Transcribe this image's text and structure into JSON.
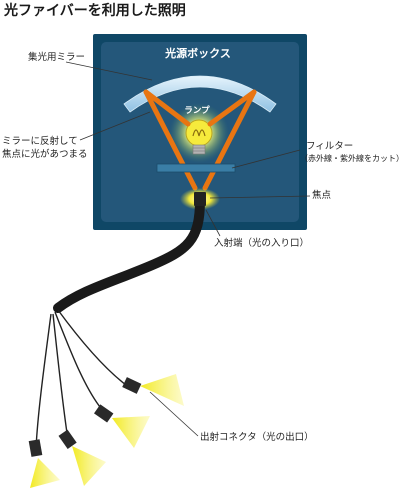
{
  "title": "光ファイバーを利用した照明",
  "box_title": "光源ボックス",
  "labels": {
    "mirror": "集光用ミラー",
    "reflect_line1": "ミラーに反射して",
    "reflect_line2": "焦点に光があつまる",
    "lamp": "ランプ",
    "filter": "フィルター",
    "filter_note": "（赤外線・紫外線をカット）",
    "focus": "焦点",
    "entrance": "入射端（光の入り口）",
    "connector": "出射コネクタ（光の出口）"
  },
  "colors": {
    "box_outer": "#0f4766",
    "box_inner": "#24577a",
    "mirror": "#a9d2ec",
    "beam": "#e87512",
    "glow": "#f2e83a",
    "fiber": "#1a1a1a",
    "cone": "#f5ef3c"
  }
}
